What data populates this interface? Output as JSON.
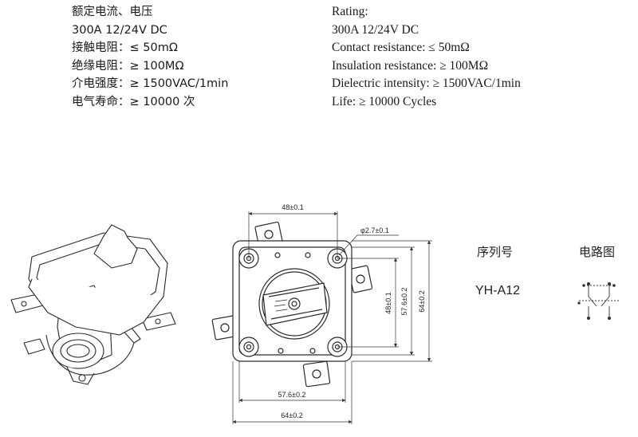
{
  "spec_cn": [
    "额定电流、电压",
    "300A 12/24V DC",
    "接触电阻：≤ 50mΩ",
    "绝缘电阻：≥ 100MΩ",
    "介电强度：≥ 1500VAC/1min",
    "电气寿命：≥ 10000 次"
  ],
  "spec_en": [
    "Rating:",
    "300A 12/24V DC",
    "Contact resistance: ≤ 50mΩ",
    "Insulation resistance: ≥ 100MΩ",
    "Dielectric intensity: ≥ 1500VAC/1min",
    "Life: ≥ 10000 Cycles"
  ],
  "dimensions": {
    "top_width": "48±0.1",
    "hole_dia": "φ2.7±0.1",
    "v_inner": "48±0.1",
    "v_mid": "57.6±0.2",
    "v_outer": "64±0.2",
    "bottom_mid": "57.6±0.2",
    "bottom_outer": "64±0.2"
  },
  "table": {
    "serial_header": "序列号",
    "circuit_header": "电路图",
    "model": "YH-A12"
  }
}
